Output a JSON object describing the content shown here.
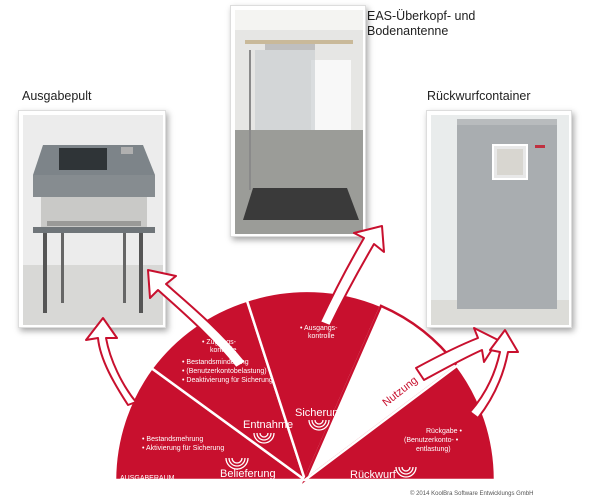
{
  "titles": {
    "desk": "Ausgabepult",
    "eas_line1": "EAS-Überkopf- und",
    "eas_line2": "Bodenantenne",
    "container": "Rückwurfcontainer"
  },
  "segments": {
    "belieferung": {
      "label": "Belieferung",
      "bullets": [
        "• Bestandsmehrung",
        "• Aktivierung für Sicherung"
      ],
      "area_label": "AUSGABERAUM"
    },
    "entnahme": {
      "label": "Entnahme",
      "bullets_top": [
        "• Zugangs-",
        "kontrolle"
      ],
      "bullets": [
        "• Bestandsminderung",
        "• (Benutzerkontobelastung)",
        "• Deaktivierung für Sicherung"
      ]
    },
    "sicherung": {
      "label": "Sicherung",
      "bullets": [
        "• Ausgangs-",
        "kontrolle"
      ]
    },
    "nutzung": {
      "label": "Nutzung"
    },
    "rueckwurf": {
      "label": "Rückwurf",
      "bullets": [
        "Rückgabe •",
        "(Benutzerkonto- •",
        "entlastung)"
      ]
    }
  },
  "footer": {
    "copyright": "© 2014 KoolBra Software Entwicklungs GmbH"
  },
  "colors": {
    "red": "#c8102e",
    "dark_red": "#a50e24"
  }
}
